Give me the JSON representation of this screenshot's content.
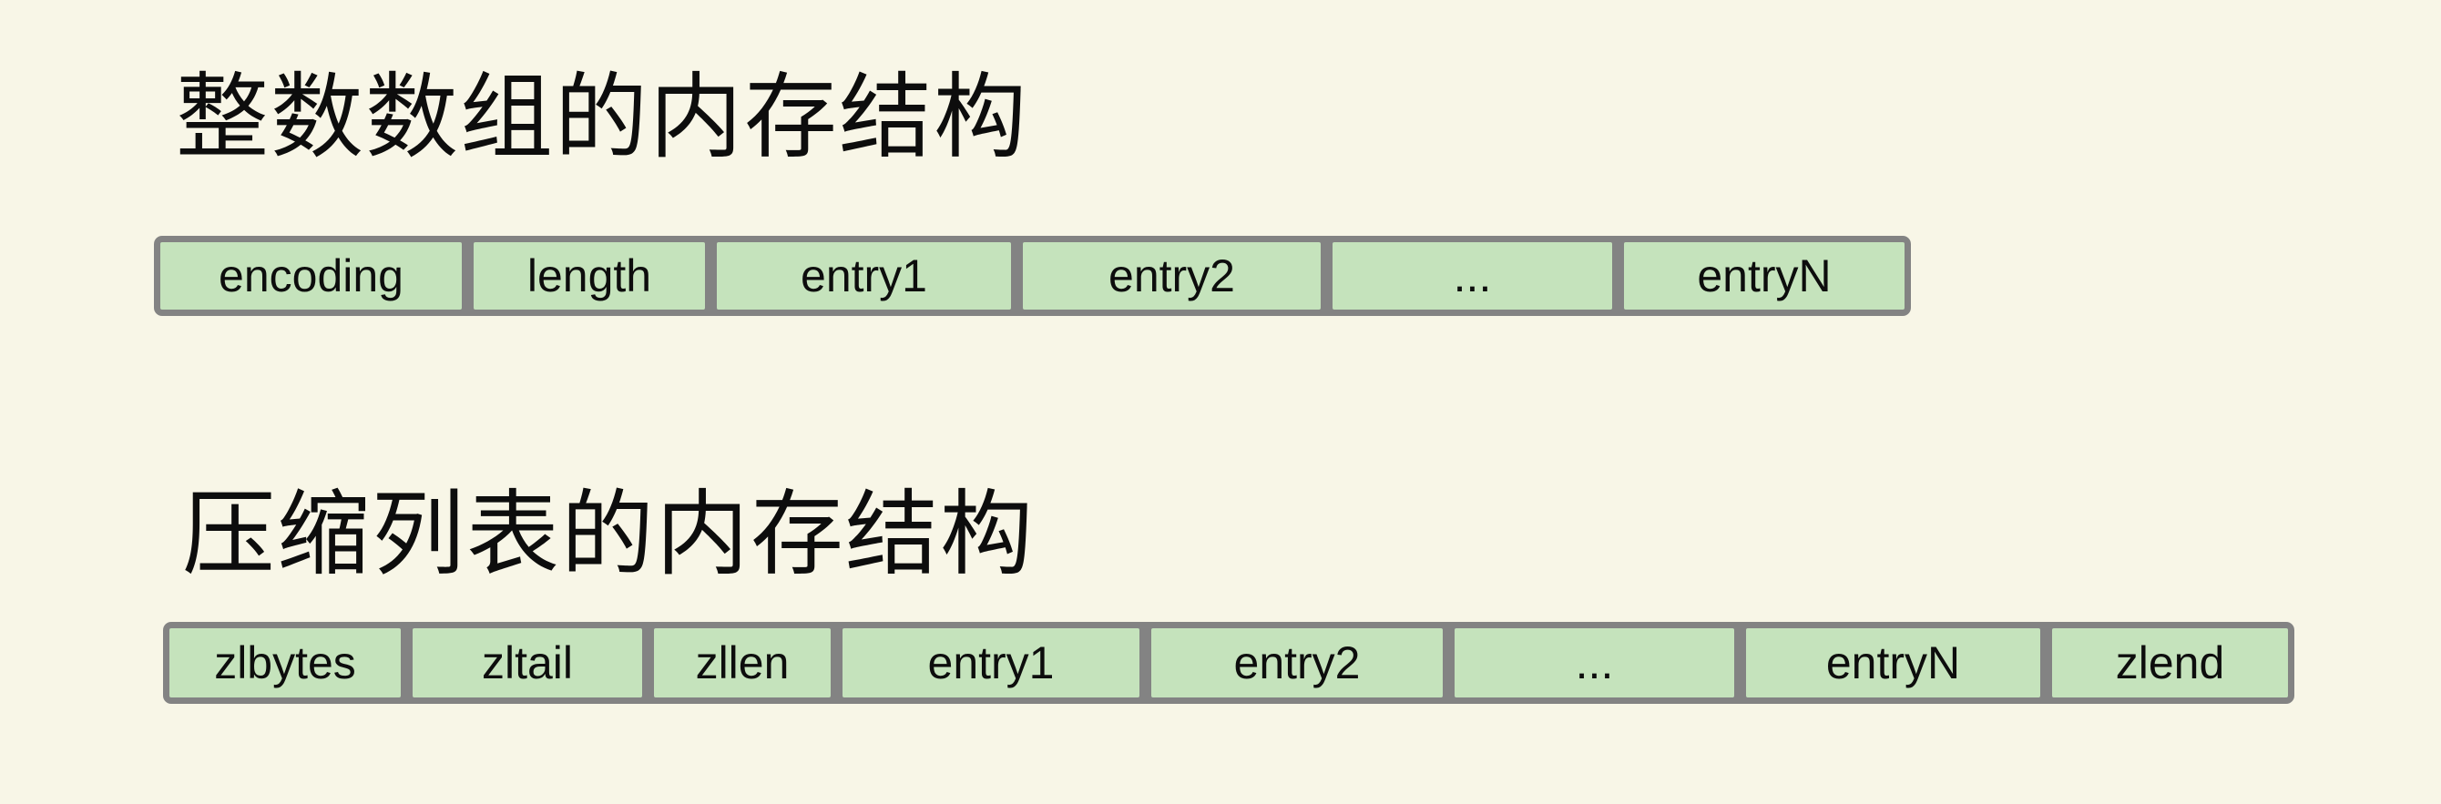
{
  "colors": {
    "background": "#f8f6e7",
    "cell_fill": "#c5e3bc",
    "cell_border": "#838383",
    "text": "#0d0d0d"
  },
  "diagrams": [
    {
      "id": "intset",
      "title": "整数数组的内存结构",
      "cells": [
        "encoding",
        "length",
        "entry1",
        "entry2",
        "...",
        "entryN"
      ]
    },
    {
      "id": "ziplist",
      "title": "压缩列表的内存结构",
      "cells": [
        "zlbytes",
        "zltail",
        "zllen",
        "entry1",
        "entry2",
        "...",
        "entryN",
        "zlend"
      ]
    }
  ]
}
